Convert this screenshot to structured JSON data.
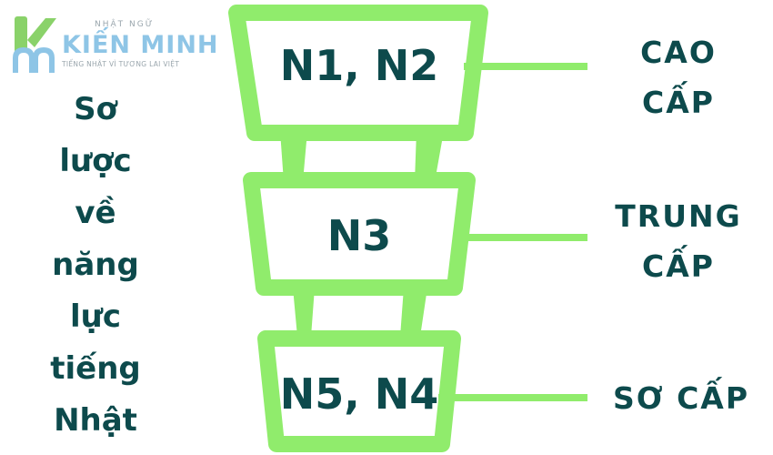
{
  "logo": {
    "small_text": "NHẬT NGỮ",
    "brand": "KIẾN MINH",
    "tagline": "TIẾNG NHẬT VÌ TƯƠNG LAI VIỆT",
    "icon": "kiem-minh-k-logo-icon",
    "colors": {
      "green": "#8ad26a",
      "blue": "#8ec5e6"
    }
  },
  "side_title": [
    "Sơ",
    "lược",
    "về",
    "năng",
    "lực",
    "tiếng",
    "Nhật"
  ],
  "levels": [
    {
      "label": "N1, N2",
      "category": [
        "CAO",
        "CẤP"
      ]
    },
    {
      "label": "N3",
      "category": [
        "TRUNG",
        "CẤP"
      ]
    },
    {
      "label": "N5, N4",
      "category": [
        "SƠ CẤP"
      ]
    }
  ],
  "colors": {
    "green": "#90ec6c",
    "text": "#0d4a4c"
  }
}
